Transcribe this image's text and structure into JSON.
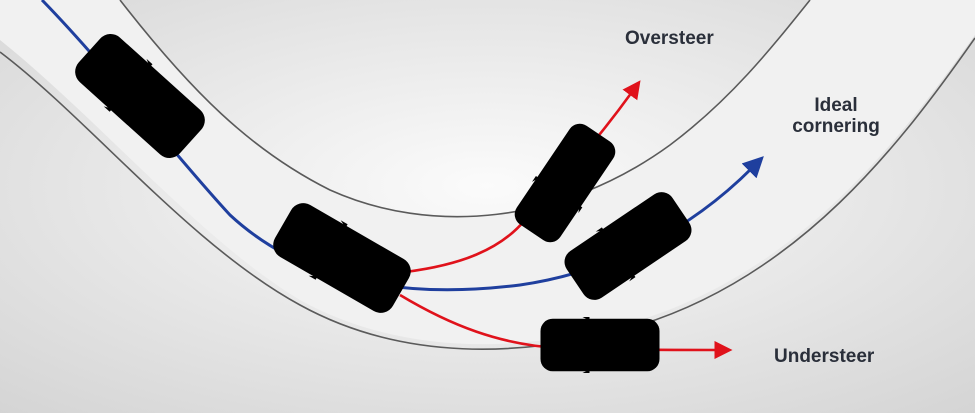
{
  "labels": {
    "oversteer": "Oversteer",
    "ideal_line1": "Ideal",
    "ideal_line2": "cornering",
    "understeer": "Understeer"
  },
  "colors": {
    "ideal_path": "#1f3f9e",
    "deviation_path": "#e0121b",
    "car_highlight_fill": "#a9c8f0",
    "car_highlight_stroke": "#4a78c4",
    "car_plain_stroke": "#4b4b4b",
    "road_edge": "#5a5a5a",
    "road_surface": "#f1f1f1",
    "background_light": "#fbfbfb",
    "background_dark": "#d4d4d4"
  },
  "icons": {
    "highlighted_car": "suv-topview-blue",
    "deviating_car": "suv-topview-outline"
  }
}
